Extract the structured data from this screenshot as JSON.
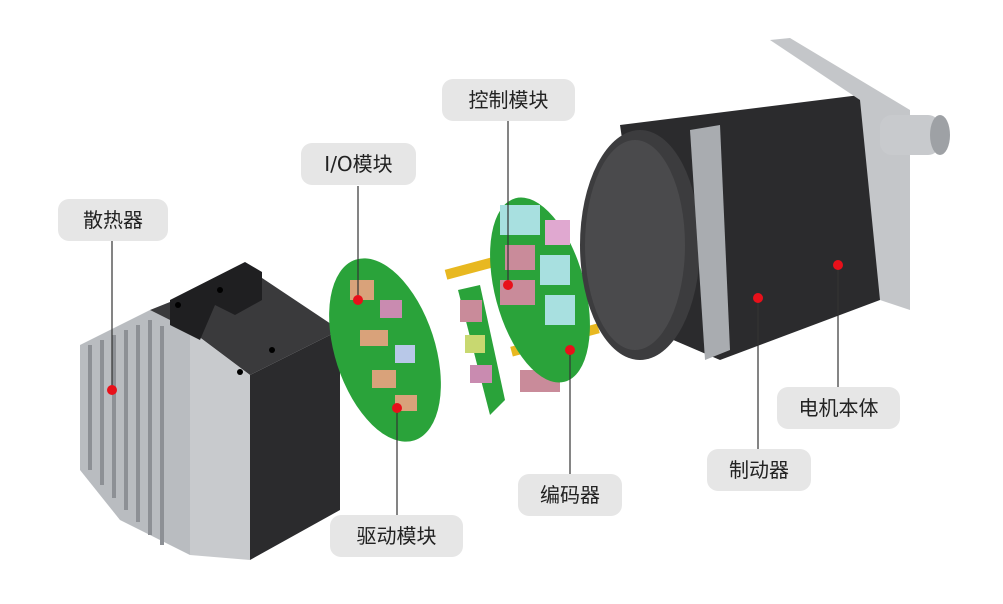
{
  "title": "Motor exploded view",
  "labels": {
    "heatsink": "散热器",
    "io_module": "I/O模块",
    "control_module": "控制模块",
    "encoder": "编码器",
    "drive_module": "驱动模块",
    "brake": "制动器",
    "motor_body": "电机本体"
  },
  "colors": {
    "marker": "#e8101a",
    "label_bg": "#e6e6e6",
    "pcb": "#2aa33a",
    "housing": "#2b2b2d"
  }
}
